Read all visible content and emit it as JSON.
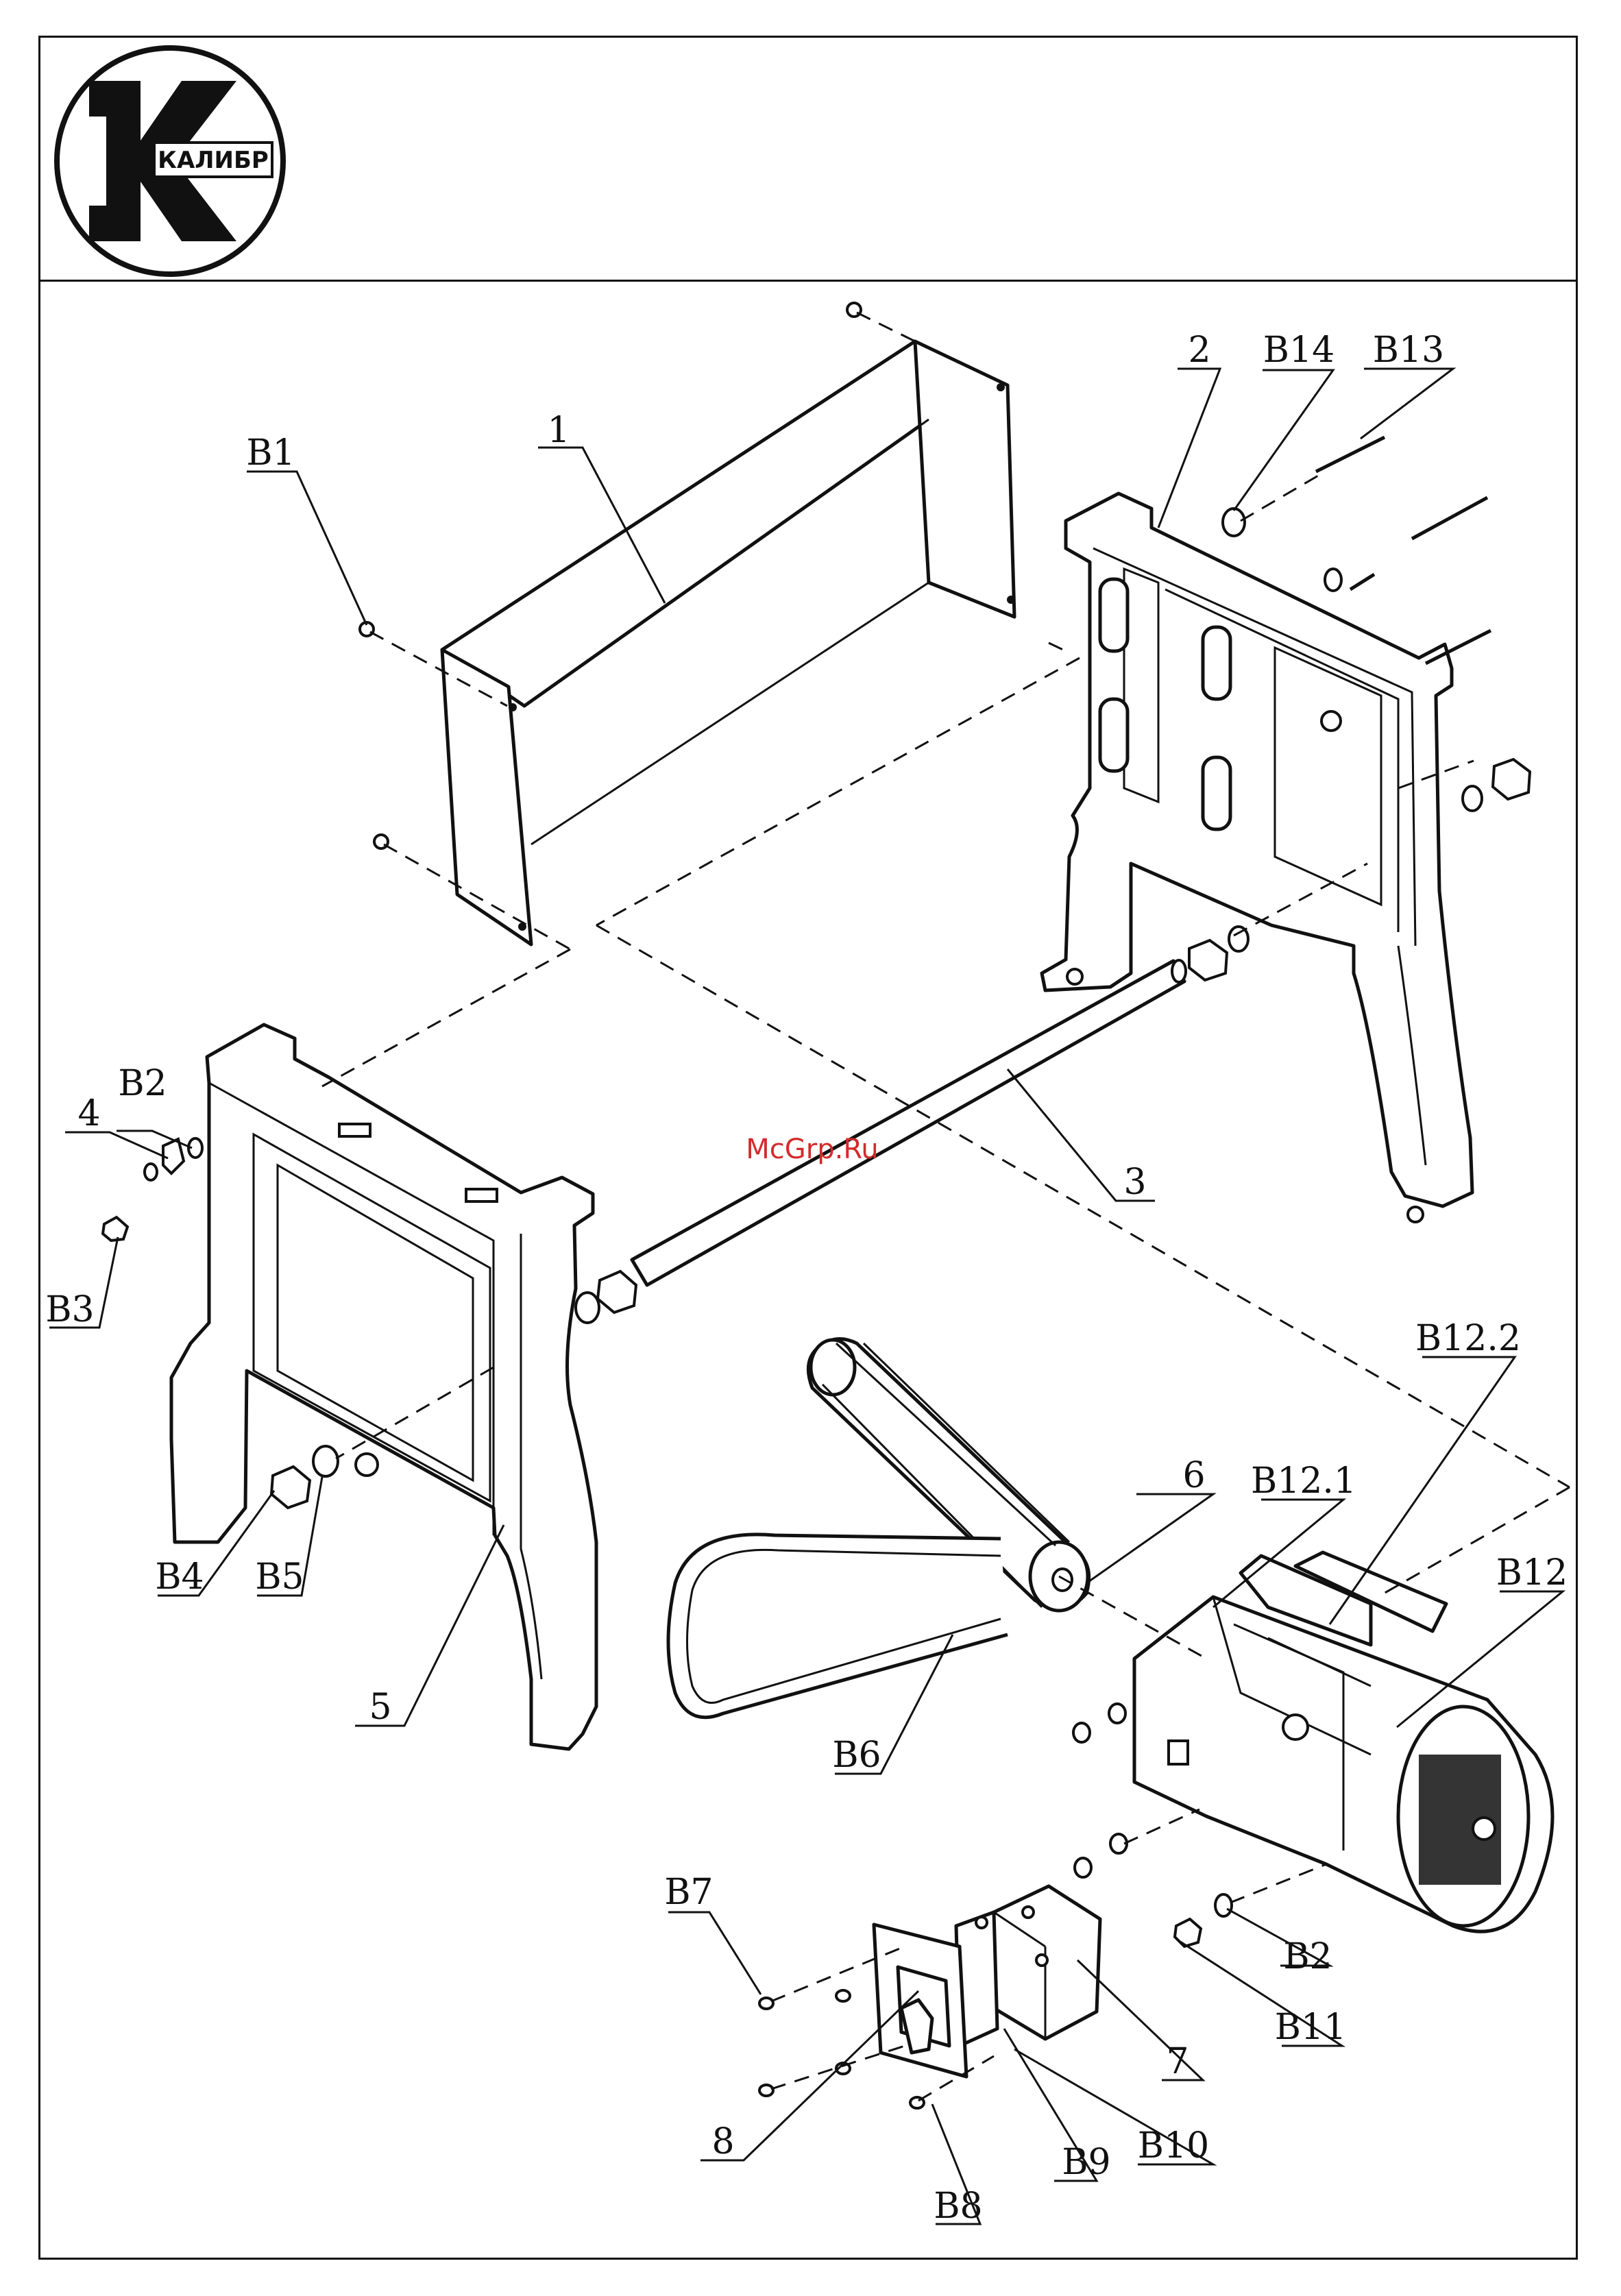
{
  "logo": {
    "text": "КАЛИБР"
  },
  "watermark": "McGrp.Ru",
  "parts": [
    {
      "id": "p1",
      "label": "1"
    },
    {
      "id": "p2",
      "label": "2"
    },
    {
      "id": "p3",
      "label": "3"
    },
    {
      "id": "p4",
      "label": "4"
    },
    {
      "id": "p5",
      "label": "5"
    },
    {
      "id": "p6",
      "label": "6"
    },
    {
      "id": "p7",
      "label": "7"
    },
    {
      "id": "p8",
      "label": "8"
    },
    {
      "id": "b1",
      "label": "B1"
    },
    {
      "id": "b2a",
      "label": "B2"
    },
    {
      "id": "b2b",
      "label": "B2"
    },
    {
      "id": "b3",
      "label": "B3"
    },
    {
      "id": "b4",
      "label": "B4"
    },
    {
      "id": "b5",
      "label": "B5"
    },
    {
      "id": "b6",
      "label": "B6"
    },
    {
      "id": "b7",
      "label": "B7"
    },
    {
      "id": "b8",
      "label": "B8"
    },
    {
      "id": "b9",
      "label": "B9"
    },
    {
      "id": "b10",
      "label": "B10"
    },
    {
      "id": "b11",
      "label": "B11"
    },
    {
      "id": "b12",
      "label": "B12"
    },
    {
      "id": "b121",
      "label": "B12.1"
    },
    {
      "id": "b122",
      "label": "B12.2"
    },
    {
      "id": "b13",
      "label": "B13"
    },
    {
      "id": "b14",
      "label": "B14"
    }
  ]
}
